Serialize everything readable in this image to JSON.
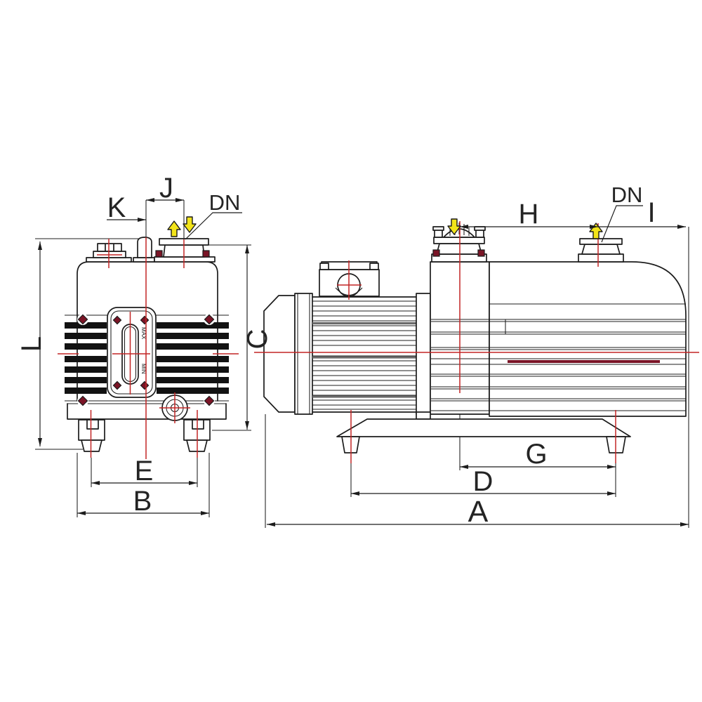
{
  "drawing": {
    "type": "two-view engineering dimension drawing of a rotary vane vacuum pump (front view left, side view right); black line art with red centerlines, dark-red oil level line and clamp marks, yellow gas-flow arrows on white background",
    "front_view": {
      "dimensions": {
        "J": "J",
        "K": "K",
        "DN": "DN",
        "L": "L",
        "C": "C",
        "E": "E",
        "B": "B"
      },
      "sight_glass": {
        "max_mark": "MAX",
        "min_mark": "MIN"
      }
    },
    "side_view": {
      "dimensions": {
        "H": "H",
        "DN": "DN",
        "I": "I",
        "G": "G",
        "D": "D",
        "A": "A"
      }
    }
  },
  "colors": {
    "outline": "#1c1c1c",
    "centerline_red": "#c22525",
    "dark_red": "#7a1426",
    "arrow_yellow": "#f2e41a",
    "background": "#ffffff"
  }
}
